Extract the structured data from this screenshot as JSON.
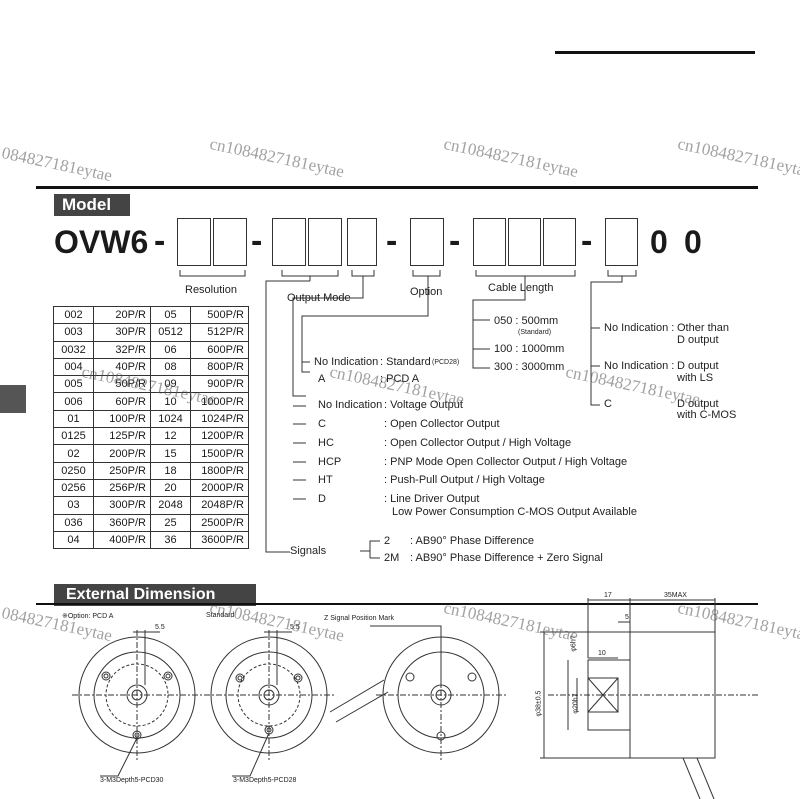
{
  "header": {
    "model_label": "Model",
    "external_label": "External Dimension"
  },
  "model_code": {
    "prefix": "OVW6",
    "sep": "-",
    "suffix1": "0",
    "suffix2": "0"
  },
  "labels": {
    "resolution": "Resolution",
    "output_mode": "Output Mode",
    "option": "Option",
    "cable_length": "Cable Length",
    "signals": "Signals"
  },
  "cable": [
    {
      "code": "050 : 500mm",
      "note": "(Standard)"
    },
    {
      "code": "100 : 1000mm",
      "note": ""
    },
    {
      "code": "300 : 3000mm",
      "note": ""
    }
  ],
  "suffix_options": [
    {
      "key": "No Indication :",
      "value1": "Other than",
      "value2": "D output"
    },
    {
      "key": "No Indication :",
      "value1": "D output",
      "value2": "with LS"
    },
    {
      "key": "C",
      "value1": "D output",
      "value2": "with C-MOS"
    }
  ],
  "option": [
    {
      "key": "No Indication",
      "value": ": Standard",
      "note": "(PCD28)"
    },
    {
      "key": "A",
      "value": ": PCD A",
      "note": ""
    }
  ],
  "output_modes": [
    {
      "key": "No Indication",
      "value": ": Voltage Output"
    },
    {
      "key": "C",
      "value": ": Open Collector Output"
    },
    {
      "key": "HC",
      "value": ": Open Collector Output / High Voltage"
    },
    {
      "key": "HCP",
      "value": ": PNP Mode Open Collector Output / High Voltage"
    },
    {
      "key": "HT",
      "value": ": Push-Pull Output / High Voltage"
    },
    {
      "key": "D",
      "value": ": Line Driver Output"
    }
  ],
  "output_mode_extra": "Low Power Consumption C-MOS Output Available",
  "signals": [
    {
      "key": "2",
      "value": ": AB90° Phase Difference"
    },
    {
      "key": "2M",
      "value": ": AB90° Phase Difference + Zero Signal"
    }
  ],
  "resolution_table": [
    [
      "002",
      "20P/R",
      "05",
      "500P/R"
    ],
    [
      "003",
      "30P/R",
      "0512",
      "512P/R"
    ],
    [
      "0032",
      "32P/R",
      "06",
      "600P/R"
    ],
    [
      "004",
      "40P/R",
      "08",
      "800P/R"
    ],
    [
      "005",
      "50P/R",
      "09",
      "900P/R"
    ],
    [
      "006",
      "60P/R",
      "10",
      "1000P/R"
    ],
    [
      "01",
      "100P/R",
      "1024",
      "1024P/R"
    ],
    [
      "0125",
      "125P/R",
      "12",
      "1200P/R"
    ],
    [
      "02",
      "200P/R",
      "15",
      "1500P/R"
    ],
    [
      "0250",
      "250P/R",
      "18",
      "1800P/R"
    ],
    [
      "0256",
      "256P/R",
      "20",
      "2000P/R"
    ],
    [
      "03",
      "300P/R",
      "2048",
      "2048P/R"
    ],
    [
      "036",
      "360P/R",
      "25",
      "2500P/R"
    ],
    [
      "04",
      "400P/R",
      "36",
      "3600P/R"
    ]
  ],
  "drawings": {
    "opt_label": "※Option: PCD A",
    "std_label": "Standard",
    "z_mark": "Z Signal Position Mark",
    "dim_55a": "5.5",
    "dim_55b": "5.5",
    "pcd30": "3-M3Depth5-PCD30",
    "pcd28": "3-M3Depth5-PCD28",
    "dim_17": "17",
    "dim_35max": "35MAX",
    "dim_5": "5",
    "dim_10": "10",
    "dim_6h7": "φ6h7",
    "dim_20h7": "φ20h7",
    "dim_38": "φ38±0.5"
  },
  "watermark": "cn1084827181eytae"
}
